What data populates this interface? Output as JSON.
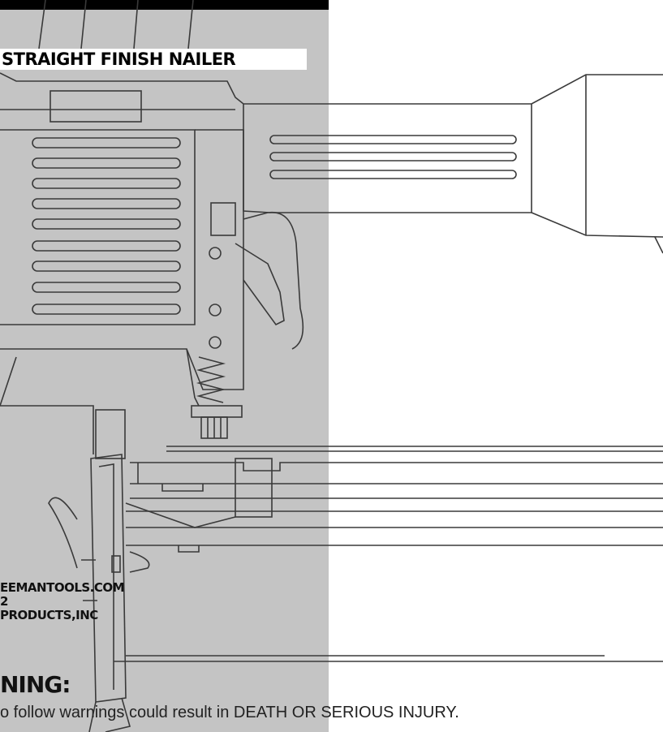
{
  "title": "STRAIGHT FINISH NAILER",
  "info": {
    "website": "EEMANTOOLS.COM",
    "line2": "2",
    "company": "PRODUCTS,INC"
  },
  "warning": {
    "heading": "NING:",
    "text": "o follow warnings could result in DEATH OR SERIOUS INJURY."
  },
  "colors": {
    "panel": "#c4c4c4",
    "ink": "#222222"
  }
}
